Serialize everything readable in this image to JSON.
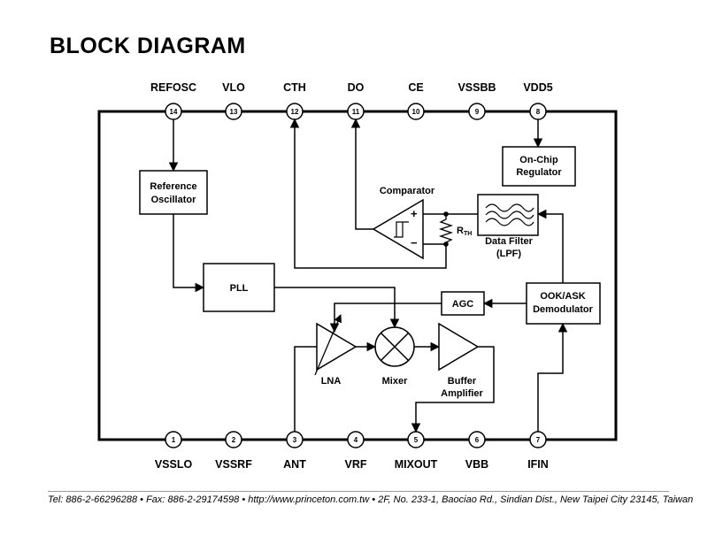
{
  "title": "BLOCK DIAGRAM",
  "pins_top": [
    {
      "num": "14",
      "label": "REFOSC"
    },
    {
      "num": "13",
      "label": "VLO"
    },
    {
      "num": "12",
      "label": "CTH"
    },
    {
      "num": "11",
      "label": "DO"
    },
    {
      "num": "10",
      "label": "CE"
    },
    {
      "num": "9",
      "label": "VSSBB"
    },
    {
      "num": "8",
      "label": "VDD5"
    }
  ],
  "pins_bottom": [
    {
      "num": "1",
      "label": "VSSLO"
    },
    {
      "num": "2",
      "label": "VSSRF"
    },
    {
      "num": "3",
      "label": "ANT"
    },
    {
      "num": "4",
      "label": "VRF"
    },
    {
      "num": "5",
      "label": "MIXOUT"
    },
    {
      "num": "6",
      "label": "VBB"
    },
    {
      "num": "7",
      "label": "IFIN"
    }
  ],
  "blocks": {
    "ref_osc": [
      "Reference",
      "Oscillator"
    ],
    "pll": "PLL",
    "on_chip_reg": [
      "On-Chip",
      "Regulator"
    ],
    "comparator": "Comparator",
    "rth_main": "R",
    "rth_sub": "TH",
    "data_filter": [
      "Data Filter",
      "(LPF)"
    ],
    "agc": "AGC",
    "ook_demod": [
      "OOK/ASK",
      "Demodulator"
    ],
    "lna": "LNA",
    "mixer": "Mixer",
    "buffer_amp": [
      "Buffer",
      "Amplifier"
    ]
  },
  "footer": "Tel: 886-2-66296288 • Fax: 886-2-29174598 • http://www.princeton.com.tw • 2F, No. 233-1, Baociao Rd., Sindian Dist., New Taipei City 23145, Taiwan"
}
